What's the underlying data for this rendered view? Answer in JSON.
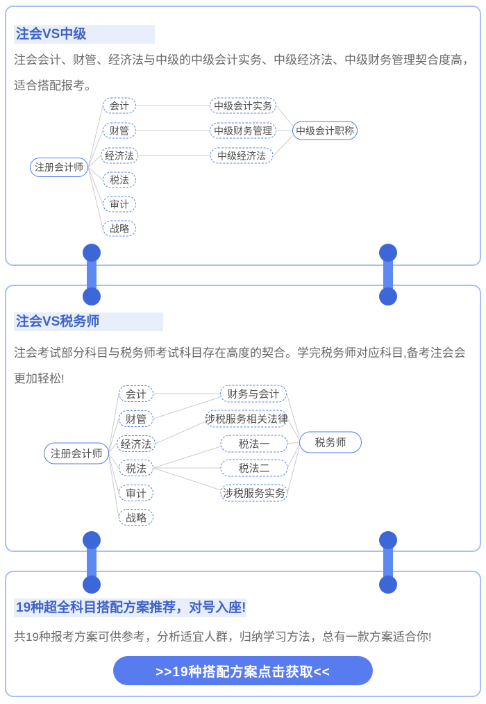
{
  "colors": {
    "card_border": "#A6C0F6",
    "title_text": "#3E63C9",
    "title_highlight_bg": "#E8EEFA",
    "body_text": "#696969",
    "node_border": "#4D7BE8",
    "node_text": "#4F4F4F",
    "connector_line": "#CBCBCB",
    "pin_cap": "#3C67D6",
    "pin_bar": "#5E89F2",
    "button_bg": "#587CF0",
    "button_text": "#FFFFFF"
  },
  "card1": {
    "title": "注会VS中级",
    "description": "注会会计、财管、经济法与中级的中级会计实务、中级经济法、中级财务管理契合度高，适合搭配报考。",
    "diagram": {
      "root": "注册会计师",
      "subjects": [
        "会计",
        "财管",
        "经济法",
        "税法",
        "审计",
        "战略"
      ],
      "targets": [
        "中级会计实务",
        "中级财务管理",
        "中级经济法"
      ],
      "result": "中级会计职称",
      "connections": [
        [
          "注册会计师",
          "会计"
        ],
        [
          "注册会计师",
          "财管"
        ],
        [
          "注册会计师",
          "经济法"
        ],
        [
          "注册会计师",
          "税法"
        ],
        [
          "注册会计师",
          "审计"
        ],
        [
          "注册会计师",
          "战略"
        ],
        [
          "会计",
          "中级会计实务"
        ],
        [
          "财管",
          "中级财务管理"
        ],
        [
          "经济法",
          "中级经济法"
        ],
        [
          "中级会计实务",
          "中级会计职称"
        ],
        [
          "中级财务管理",
          "中级会计职称"
        ],
        [
          "中级经济法",
          "中级会计职称"
        ]
      ]
    }
  },
  "card2": {
    "title": "注会VS税务师",
    "description": "注会考试部分科目与税务师考试科目存在高度的契合。学完税务师对应科目,备考注会会更加轻松!",
    "diagram": {
      "root": "注册会计师",
      "subjects": [
        "会计",
        "财管",
        "经济法",
        "税法",
        "审计",
        "战略"
      ],
      "targets": [
        "财务与会计",
        "涉税服务相关法律",
        "税法一",
        "税法二",
        "涉税服务实务"
      ],
      "result": "税务师",
      "connections": [
        [
          "注册会计师",
          "会计"
        ],
        [
          "注册会计师",
          "财管"
        ],
        [
          "注册会计师",
          "经济法"
        ],
        [
          "注册会计师",
          "税法"
        ],
        [
          "注册会计师",
          "审计"
        ],
        [
          "注册会计师",
          "战略"
        ],
        [
          "会计",
          "财务与会计"
        ],
        [
          "财管",
          "财务与会计"
        ],
        [
          "经济法",
          "涉税服务相关法律"
        ],
        [
          "税法",
          "税法一"
        ],
        [
          "税法",
          "税法二"
        ],
        [
          "税法",
          "涉税服务实务"
        ],
        [
          "财务与会计",
          "税务师"
        ],
        [
          "涉税服务相关法律",
          "税务师"
        ],
        [
          "税法一",
          "税务师"
        ],
        [
          "税法二",
          "税务师"
        ],
        [
          "涉税服务实务",
          "税务师"
        ]
      ]
    }
  },
  "card3": {
    "title": "19种超全科目搭配方案推荐，对号入座!",
    "description": "共19种报考方案可供参考，分析适宜人群，归纳学习方法，总有一款方案适合你!",
    "button_label": ">>19种搭配方案点击获取<<"
  }
}
